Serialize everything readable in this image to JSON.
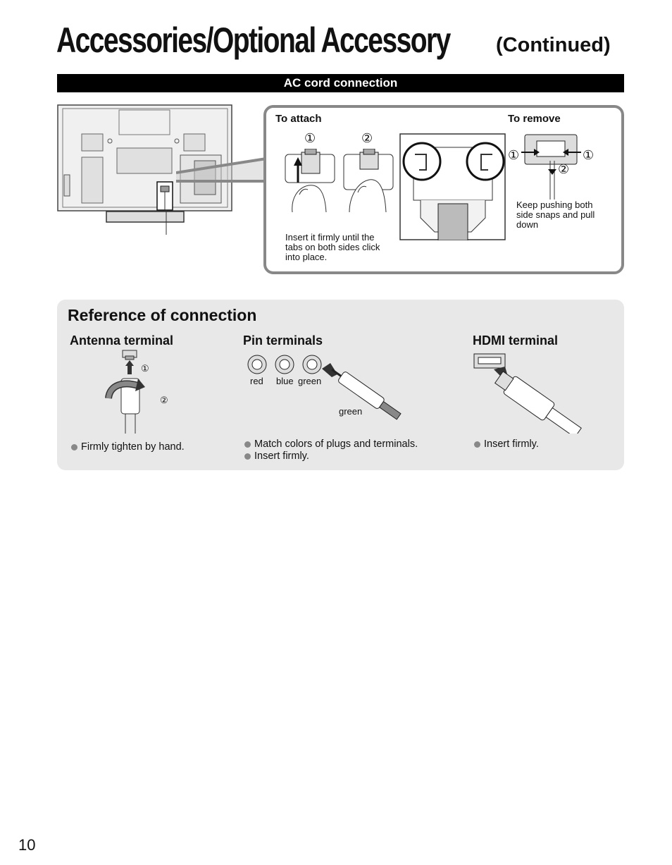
{
  "header": {
    "title": "Accessories/Optional Accessory",
    "subtitle": "(Continued)"
  },
  "ac_cord": {
    "section_title": "AC cord connection",
    "attach_label": "To attach",
    "remove_label": "To remove",
    "step1": "①",
    "step2": "②",
    "attach_note_lines": [
      "Insert it firmly until the",
      "tabs on both sides click",
      "into place."
    ],
    "remove_note_lines": [
      "Keep pushing both",
      "side snaps and pull",
      "down"
    ]
  },
  "reference": {
    "title": "Reference of connection",
    "antenna": {
      "heading": "Antenna terminal",
      "step1": "①",
      "step2": "②",
      "bullets": [
        "Firmly tighten by hand."
      ]
    },
    "pin": {
      "heading": "Pin terminals",
      "jack_labels": [
        "red",
        "blue",
        "green"
      ],
      "plug_label": "green",
      "bullets": [
        "Match colors of plugs and terminals.",
        "Insert firmly."
      ]
    },
    "hdmi": {
      "heading": "HDMI terminal",
      "bullets": [
        "Insert firmly."
      ]
    }
  },
  "page_number": "10"
}
